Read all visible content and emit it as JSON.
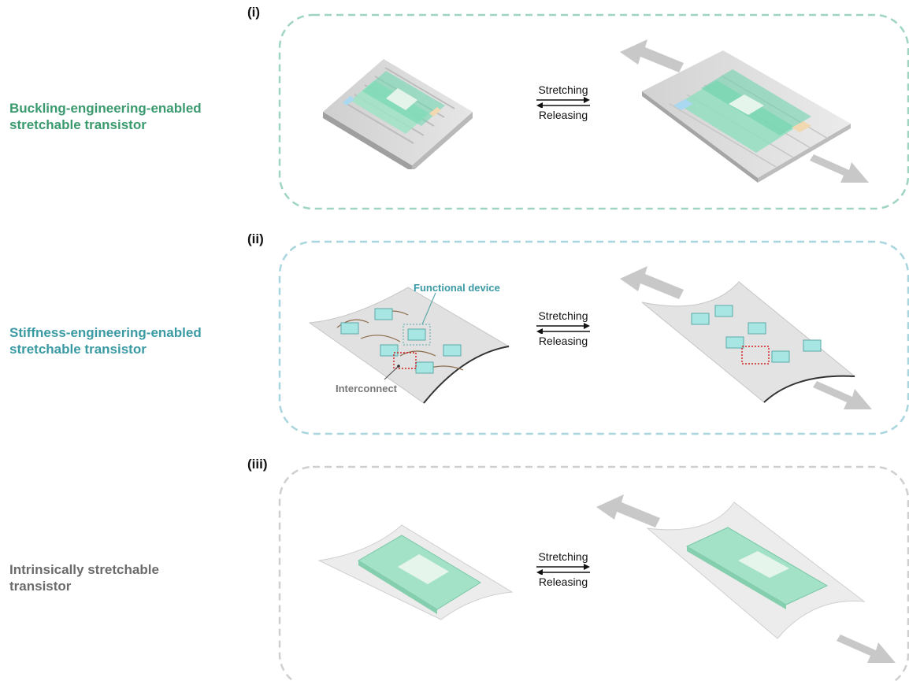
{
  "rows": [
    {
      "tag": "(i)",
      "label_line1": "Buckling-engineering-enabled",
      "label_line2": "stretchable transistor",
      "color": "#3a9a6e",
      "border_color": "#9fd5c0",
      "stretch_label": "Stretching",
      "release_label": "Releasing"
    },
    {
      "tag": "(ii)",
      "label_line1": "Stiffness-engineering-enabled",
      "label_line2": "stretchable transistor",
      "color": "#3a9aa3",
      "border_color": "#a9d6de",
      "stretch_label": "Stretching",
      "release_label": "Releasing",
      "callouts": {
        "functional_device": "Functional device",
        "interconnect": "Interconnect"
      }
    },
    {
      "tag": "(iii)",
      "label_line1": "Intrinsically stretchable",
      "label_line2": "transistor",
      "color": "#6b6b6b",
      "border_color": "#cfcfcf",
      "stretch_label": "Stretching",
      "release_label": "Releasing"
    }
  ]
}
